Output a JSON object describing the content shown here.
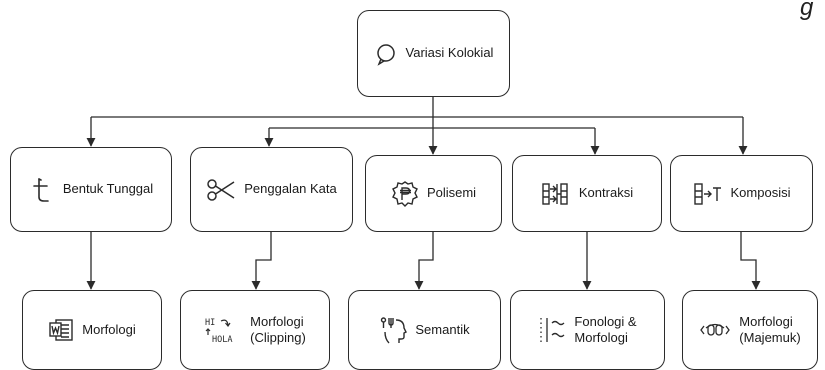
{
  "root": {
    "label": "Variasi Kolokial",
    "icon": "speech-bubble-icon"
  },
  "categories": [
    {
      "label": "Bentuk Tunggal",
      "icon": "letter-t-icon",
      "child": {
        "label": "Morfologi",
        "icon": "word-document-icon"
      }
    },
    {
      "label": "Penggalan Kata",
      "icon": "scissors-icon",
      "child": {
        "label": "Morfologi\n(Clipping)",
        "icon": "hi-hola-icon"
      }
    },
    {
      "label": "Polisemi",
      "icon": "peso-coin-icon",
      "child": {
        "label": "Semantik",
        "icon": "head-fork-icon"
      }
    },
    {
      "label": "Kontraksi",
      "icon": "merge-arrows-icon",
      "child": {
        "label": "Fonologi &\nMorfologi",
        "icon": "sound-waves-icon"
      }
    },
    {
      "label": "Komposisi",
      "icon": "text-compose-icon",
      "child": {
        "label": "Morfologi\n(Majemuk)",
        "icon": "compound-icon"
      }
    }
  ],
  "partial_title": "g",
  "colors": {
    "stroke": "#2b2b2b",
    "background": "#ffffff",
    "text": "#1a1a1a"
  }
}
